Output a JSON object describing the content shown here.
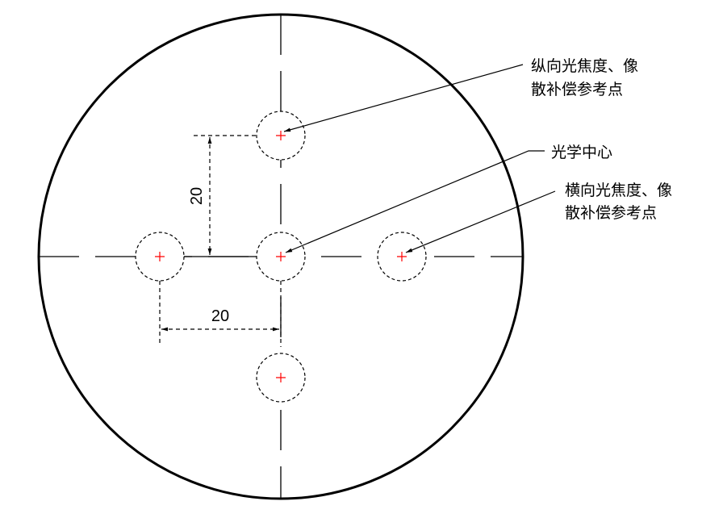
{
  "labels": {
    "longitudinal": [
      "纵向光焦度、像",
      "散补偿参考点"
    ],
    "optical_center": "光学中心",
    "lateral": [
      "横向光焦度、像",
      "散补偿参考点"
    ]
  },
  "dimensions": {
    "vertical": "20",
    "horizontal": "20"
  },
  "colors": {
    "line": "#000000",
    "marker": "#ff0000"
  }
}
